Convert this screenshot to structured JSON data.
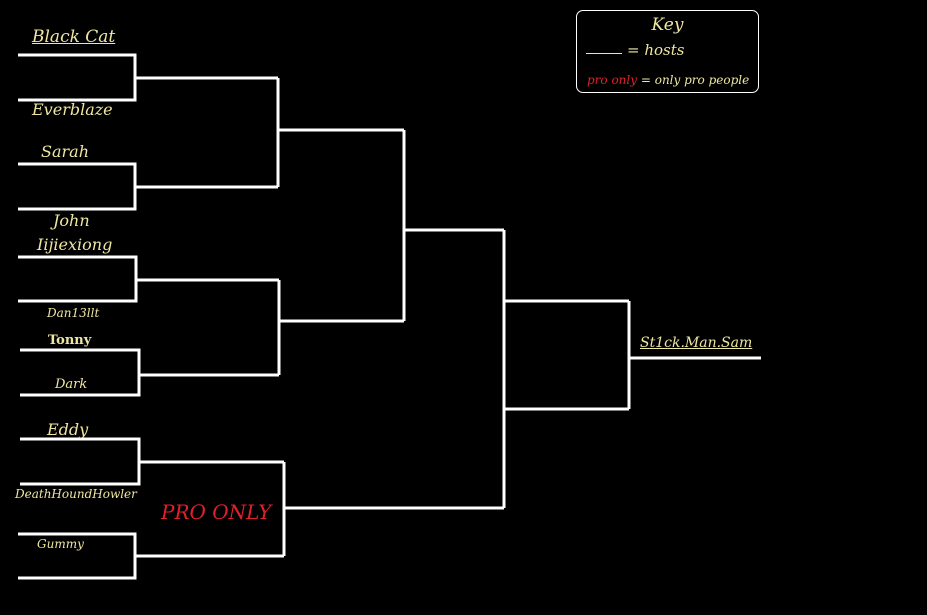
{
  "players": {
    "black_cat": "Black Cat",
    "everblaze": "Everblaze",
    "sarah": "Sarah",
    "john": "John",
    "iijiexiong": "Iijiexiong",
    "dan13llt": "Dan13llt",
    "tonny": "Tonny",
    "dark": "Dark",
    "eddy": "Eddy",
    "deathhoundhowler": "DeathHoundHowler",
    "gummy": "Gummy"
  },
  "winner": "St1ck.Man.Sam",
  "pro_only_label": "PRO ONLY",
  "key": {
    "title": "Key",
    "hosts": "= hosts",
    "pro_only_term": "pro only",
    "pro_only_desc": "= only pro people"
  },
  "colors": {
    "background": "#000000",
    "lines": "#ffffff",
    "text": "#efe7a0",
    "pro": "#e0202a"
  }
}
